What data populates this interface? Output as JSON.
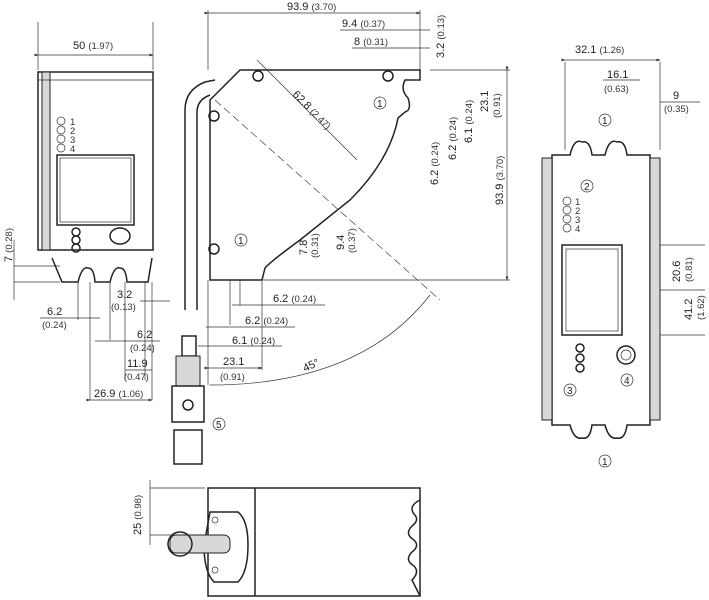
{
  "title": "Dimensional drawing",
  "front_view": {
    "width": "50",
    "width_in": "(1.97)",
    "dim_7": "7",
    "dim_7_in": "(0.28)",
    "dim_62a": "6.2",
    "dim_62a_in": "(0.24)",
    "dim_32": "3.2",
    "dim_32_in": "(0.13)",
    "dim_62b": "6.2",
    "dim_62b_in": "(0.24)",
    "dim_119": "11.9",
    "dim_119_in": "(0.47)",
    "dim_269": "26.9",
    "dim_269_in": "(1.06)",
    "leds": [
      "1",
      "2",
      "3",
      "4"
    ]
  },
  "side_view": {
    "width": "93.9",
    "width_in": "(3.70)",
    "dim_94": "9.4",
    "dim_94_in": "(0.37)",
    "dim_8": "8",
    "dim_8_in": "(0.31)",
    "dim_32": "3.2",
    "dim_32_in": "(0.13)",
    "diag": "62.8",
    "diag_in": "(2.47)",
    "r_62a": "6.2",
    "r_62a_in": "(0.24)",
    "r_62b": "6.2",
    "r_62b_in": "(0.24)",
    "r_61": "6.1",
    "r_61_in": "(0.24)",
    "r_231": "23.1",
    "r_231_in": "(0.91)",
    "height": "93.9",
    "height_in": "(3.70)",
    "dim_78": "7.8",
    "dim_78_in": "(0.31)",
    "dim_94b": "9.4",
    "dim_94b_in": "(0.37)",
    "b_62a": "6.2",
    "b_62a_in": "(0.24)",
    "b_62b": "6.2",
    "b_62b_in": "(0.24)",
    "b_61": "6.1",
    "b_61_in": "(0.24)",
    "b_231": "23.1",
    "b_231_in": "(0.91)",
    "angle": "45°"
  },
  "right_view": {
    "width": "32.1",
    "width_in": "(1.26)",
    "dim_161": "16.1",
    "dim_161_in": "(0.63)",
    "dim_9": "9",
    "dim_9_in": "(0.35)",
    "dim_206": "20.6",
    "dim_206_in": "(0.81)",
    "dim_412": "41.2",
    "dim_412_in": "(1.62)",
    "leds": [
      "1",
      "2",
      "3",
      "4"
    ]
  },
  "bottom_view": {
    "dim_25": "25",
    "dim_25_in": "(0.98)"
  },
  "callouts": [
    "1",
    "2",
    "3",
    "4",
    "5"
  ]
}
